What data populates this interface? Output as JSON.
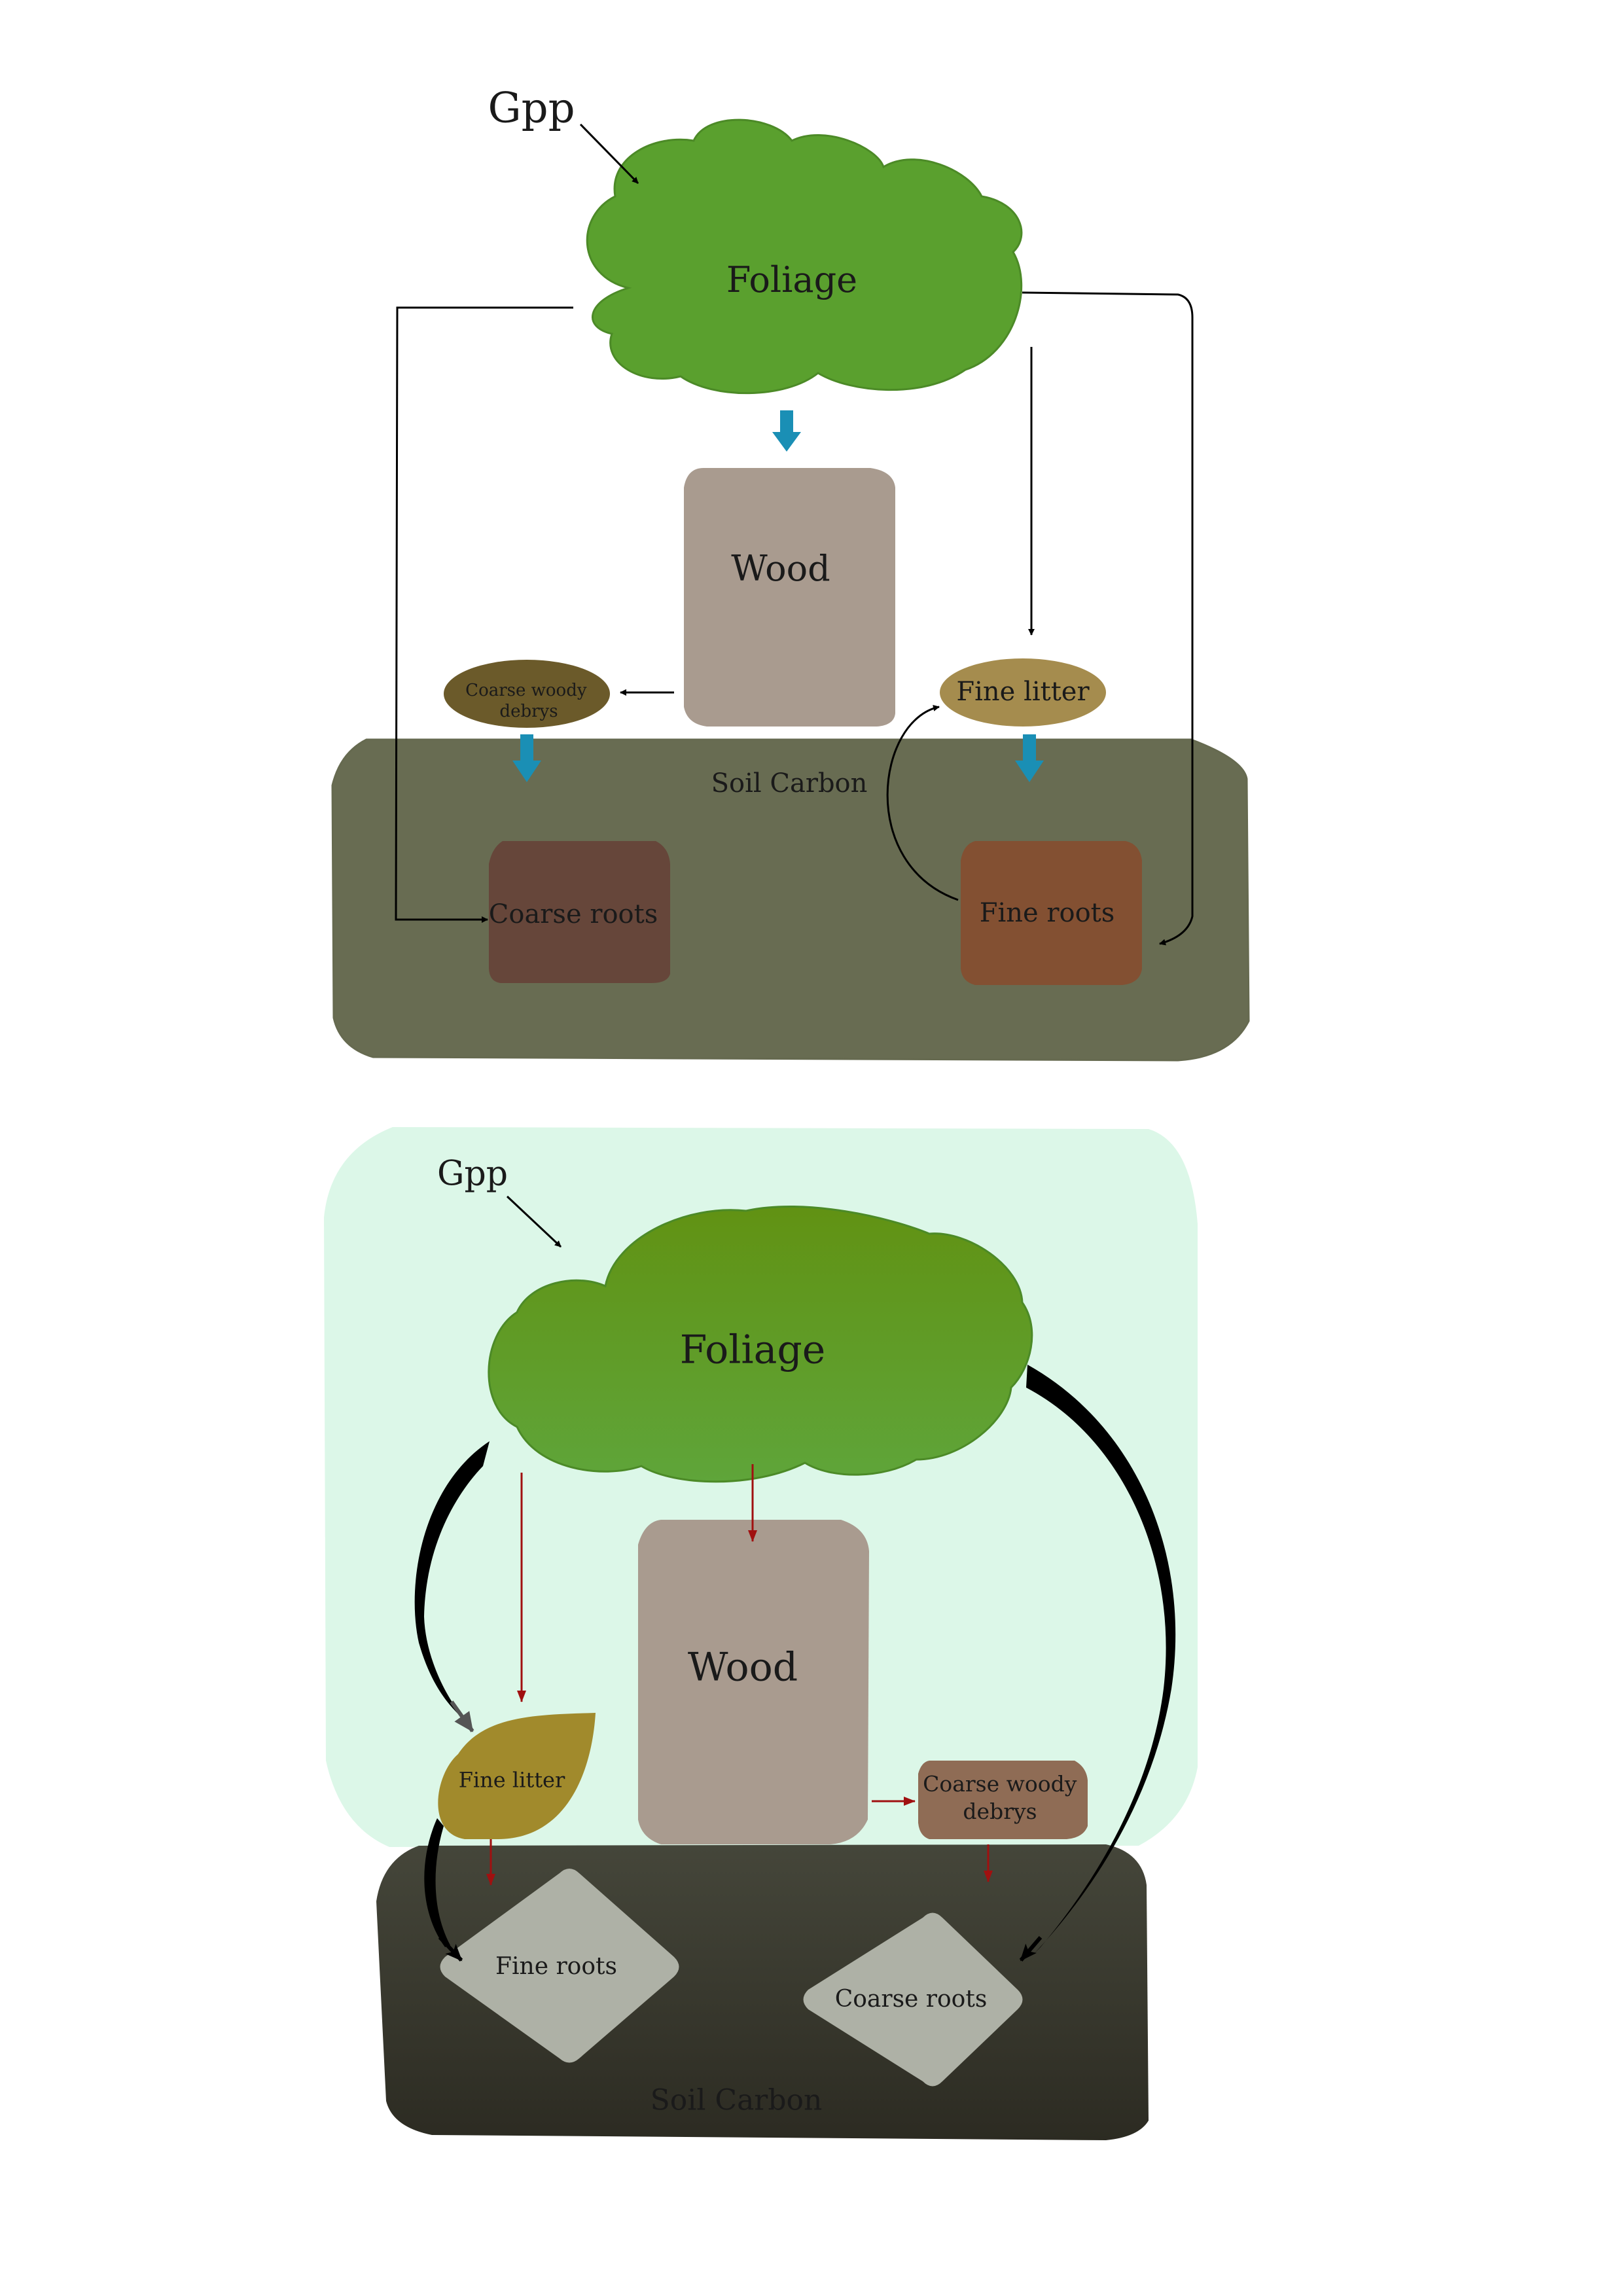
{
  "diagram_top": {
    "gpp": "Gpp",
    "foliage": "Foliage",
    "wood": "Wood",
    "coarse_woody_debris": [
      "Coarse woody",
      "debrys"
    ],
    "fine_litter": "Fine litter",
    "soil_carbon": "Soil Carbon",
    "coarse_roots": "Coarse roots",
    "fine_roots": "Fine roots"
  },
  "diagram_bottom": {
    "gpp": "Gpp",
    "foliage": "Foliage",
    "wood": "Wood",
    "fine_litter": "Fine litter",
    "coarse_woody_debris": [
      "Coarse woody",
      "debrys"
    ],
    "fine_roots": "Fine roots",
    "coarse_roots": "Coarse roots",
    "soil_carbon": "Soil Carbon"
  },
  "colors": {
    "foliage": "#5aa02e",
    "wood": "#a99b8f",
    "soil_top": "#686c52",
    "soil_bottom_dark": "#2f2e24",
    "coarse_roots_top": "#66463a",
    "fine_roots_top": "#835032",
    "cwd_top": "#6b5a2a",
    "fine_litter_top": "#a58c4e",
    "fine_litter_bottom": "#a18a2c",
    "cwd_bottom": "#8f6c55",
    "root_diamond": "#aeb1a6",
    "background_panel": "#dcf7e8",
    "blue_arrow": "#1a8fb5",
    "red_arrow": "#a01010"
  }
}
